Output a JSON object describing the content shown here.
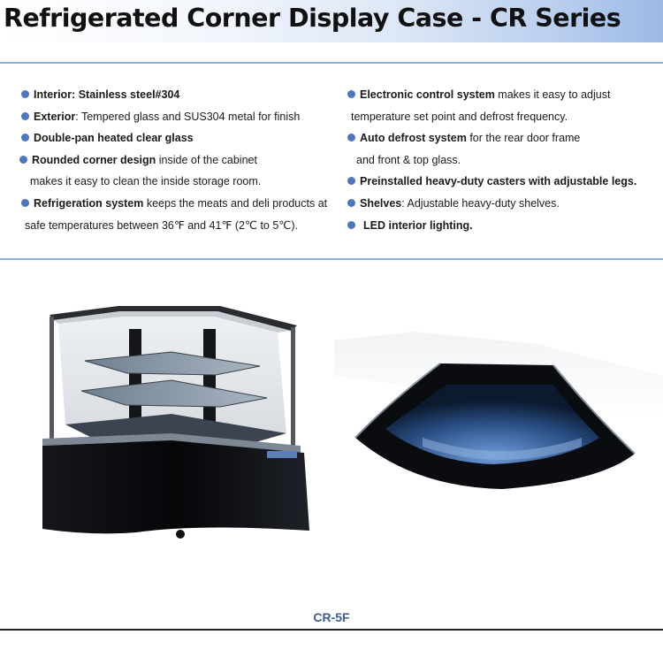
{
  "header": {
    "title": "Refrigerated Corner Display Case - CR Series"
  },
  "features_left": [
    {
      "bold": "Interior: Stainless steel#304",
      "rest": "",
      "cont": ""
    },
    {
      "bold": "Exterior",
      "rest": ":  Tempered glass and SUS304 metal for finish",
      "cont": ""
    },
    {
      "bold": "Double-pan heated clear glass",
      "rest": "",
      "cont": ""
    },
    {
      "bold": "Rounded corner design",
      "rest": " inside of the cabinet",
      "cont": "makes it easy to clean the inside storage room."
    },
    {
      "bold": "Refrigeration system",
      "rest": " keeps the meats and deli products at",
      "cont": "safe temperatures between 36℉ and 41℉ (2℃ to 5℃)."
    }
  ],
  "features_right": [
    {
      "bold": "Electronic control system",
      "rest": " makes it easy to adjust",
      "cont": "temperature set point and defrost frequency."
    },
    {
      "bold": "Auto defrost system",
      "rest": " for the rear door frame",
      "cont": "and front & top glass."
    },
    {
      "bold": "Preinstalled heavy-duty casters with adjustable legs.",
      "rest": "",
      "cont": ""
    },
    {
      "bold": "Shelves",
      "rest": ": Adjustable heavy-duty shelves.",
      "cont": ""
    },
    {
      "bold": "LED interior lighting.",
      "rest": "",
      "cont": ""
    }
  ],
  "product": {
    "model": "CR-5F",
    "images": [
      {
        "name": "corner-display-case-front",
        "description": "front"
      },
      {
        "name": "corner-display-case-top-view",
        "description": "top"
      }
    ],
    "colors": {
      "body": "#0b0c10",
      "glass": "#9aa3ae",
      "accent": "#3f5f8f"
    }
  }
}
